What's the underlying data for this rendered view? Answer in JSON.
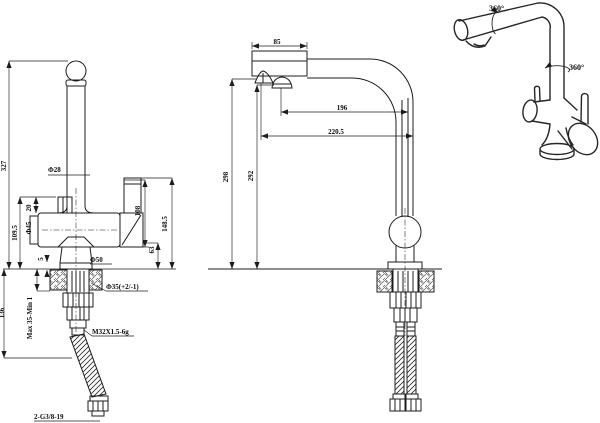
{
  "app": {
    "description": "CAD technical drawing of a three-way kitchen faucet, front view, side view and perspective sketch",
    "background_color": "#ffffff",
    "ink_color": "#1c1c1c"
  },
  "views": {
    "front": {
      "dims": {
        "overall_height": "327",
        "spout_diameter": "Φ28",
        "handle_width": "20",
        "body_diameter": "Φ45",
        "body_height": "109.5",
        "lever_height": "108",
        "lever_overall": "148.5",
        "lever_bottom": "63",
        "base_diameter": "Φ50",
        "flange_height": "5",
        "hole_diameter": "Φ35(+2/-1)",
        "below_counter": "136",
        "deck_thickness": "Max 35-Min 1",
        "shank_thread": "M32X1.5-6g",
        "hose_thread": "2-G3/8-19"
      }
    },
    "side": {
      "dims": {
        "head_width": "85",
        "spout_reach_inner": "196",
        "spout_reach_outer": "220.5",
        "spout_height_outer": "298",
        "spout_height_inner": "292"
      }
    },
    "perspective": {
      "labels": {
        "spout_rotation": "360°",
        "body_rotation": "360°"
      }
    }
  }
}
